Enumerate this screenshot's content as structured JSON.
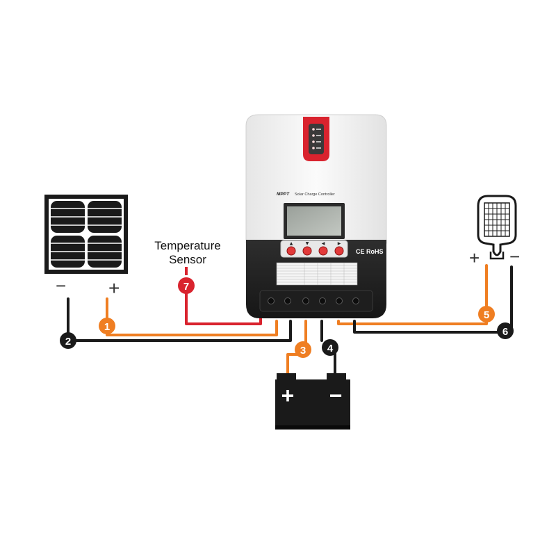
{
  "colors": {
    "orange": "#ef7e22",
    "black": "#1a1a1a",
    "red": "#d9232e",
    "controller_body": "#f2f2f2",
    "controller_base": "#242424"
  },
  "controller": {
    "brand": "MPPT",
    "title": "Solar Charge Controller",
    "certification": "CE RoHS",
    "button_arrows": [
      "▲",
      "▼",
      "◀",
      "▶"
    ]
  },
  "temperature_sensor": {
    "label_line1": "Temperature",
    "label_line2": "Sensor"
  },
  "terminals": {
    "solar_negative": "−",
    "solar_positive": "+",
    "load_positive": "+",
    "load_negative": "−",
    "battery_positive": "+",
    "battery_negative": "−"
  },
  "markers": [
    "1",
    "2",
    "3",
    "4",
    "5",
    "6",
    "7"
  ]
}
